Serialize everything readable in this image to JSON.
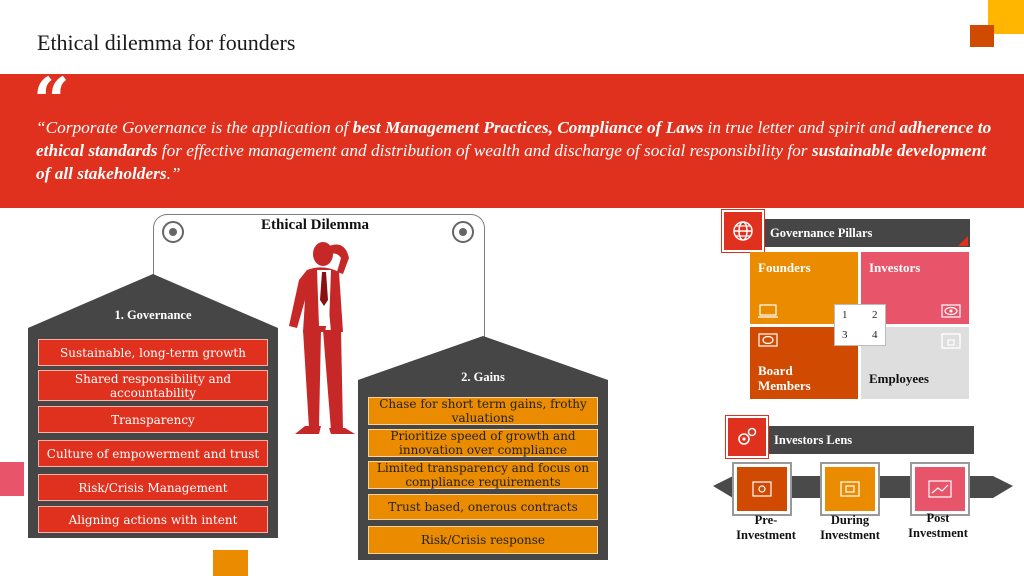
{
  "page": {
    "title": "Ethical dilemma for founders"
  },
  "quote": {
    "mark": "“",
    "parts": [
      {
        "text": "“Corporate Governance is the application of ",
        "bold": false
      },
      {
        "text": "best Management Practices, Compliance of Laws",
        "bold": true
      },
      {
        "text": " in true letter and spirit and ",
        "bold": false
      },
      {
        "text": "adherence to ethical standards",
        "bold": true
      },
      {
        "text": " for effective management and distribution of wealth and discharge of social responsibility for ",
        "bold": false
      },
      {
        "text": "sustainable development of all stakeholders",
        "bold": true
      },
      {
        "text": ".”",
        "bold": false
      }
    ]
  },
  "dilemma": {
    "title": "Ethical Dilemma",
    "governance": {
      "title": "1. Governance",
      "items": [
        "Sustainable, long-term growth",
        "Shared responsibility and accountability",
        "Transparency",
        "Culture of empowerment and trust",
        "Risk/Crisis Management",
        "Aligning actions with intent"
      ]
    },
    "gains": {
      "title": "2. Gains",
      "items": [
        "Chase for short term gains, frothy valuations",
        "Prioritize speed of growth and innovation over compliance",
        "Limited transparency and focus on compliance requirements",
        "Trust based, onerous contracts",
        "Risk/Crisis response"
      ]
    }
  },
  "pillars": {
    "title": "Governance Pillars",
    "cells": [
      {
        "label": "Founders",
        "color": "#eb8c00",
        "num": "1"
      },
      {
        "label": "Investors",
        "color": "#e8556a",
        "num": "2"
      },
      {
        "label": "Board Members",
        "color": "#d04a02",
        "num": "3"
      },
      {
        "label": "Employees",
        "color": "#dedede",
        "num": "4"
      }
    ]
  },
  "lens": {
    "title": "Investors Lens",
    "stages": [
      {
        "label": "Pre- Investment",
        "color": "#d04a02"
      },
      {
        "label": "During Investment",
        "color": "#eb8c00"
      },
      {
        "label": "Post Investment",
        "color": "#e8556a"
      }
    ]
  },
  "colors": {
    "red": "#e0301e",
    "orange": "#eb8c00",
    "dark_orange": "#d04a02",
    "yellow": "#ffb600",
    "rose": "#e8556a",
    "dark_grey": "#464646"
  }
}
